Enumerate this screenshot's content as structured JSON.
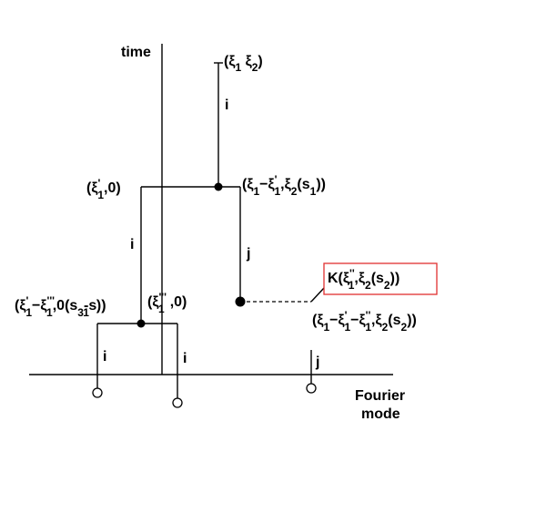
{
  "axes": {
    "time_label": "time",
    "fourier_label_line1": "Fourier",
    "fourier_label_line2": "mode"
  },
  "edge_labels": {
    "top": "i",
    "left_mid": "i",
    "right_mid": "j",
    "bottom_left": "i",
    "bottom_mid": "i",
    "bottom_right": "j"
  },
  "node_labels": {
    "root": {
      "open": "(ξ",
      "s1": "1",
      "mid": " ξ",
      "s2": "2",
      "close": ")"
    },
    "upper_left": {
      "open": "(ξ",
      "sup": "'",
      "sub": "1",
      "close": ",0)"
    },
    "upper_right": {
      "a": "(ξ",
      "a_sub": "1",
      "b": "−ξ",
      "b_sup": "'",
      "b_sub": "1",
      "c": ",ξ",
      "c_sub": "2",
      "d": "(s",
      "d_sub": "1",
      "e": "))"
    },
    "lower_left": {
      "a": "(ξ",
      "a_sup": "'",
      "a_sub": "1",
      "b": "−ξ",
      "b_sup": "'''",
      "b_sub": "1",
      "c": ",0(s",
      "c_sub": "3",
      "d": "-s",
      "d_sub": "1",
      "e": "))"
    },
    "lower_mid": {
      "a": "(ξ",
      "a_sup": "'''",
      "a_sub": "1",
      "b": ",0)"
    },
    "kernel_box": {
      "a": "K(ξ",
      "a_sup": "''",
      "a_sub": "1",
      "b": ",ξ",
      "b_sub": "2",
      "c": "(s",
      "c_sub": "2",
      "d": "))"
    },
    "lower_right": {
      "a": "(ξ",
      "a_sub": "1",
      "b": "−ξ",
      "b_sup": "'",
      "b_sub": "1",
      "c": "−ξ",
      "c_sup": "''",
      "c_sub": "1",
      "d": ",ξ",
      "d_sub": "2",
      "e": "(s",
      "e_sub": "2",
      "f": "))"
    }
  },
  "colors": {
    "lines": "#000000",
    "kernel_box_border": "#e03030",
    "background": "#ffffff"
  }
}
